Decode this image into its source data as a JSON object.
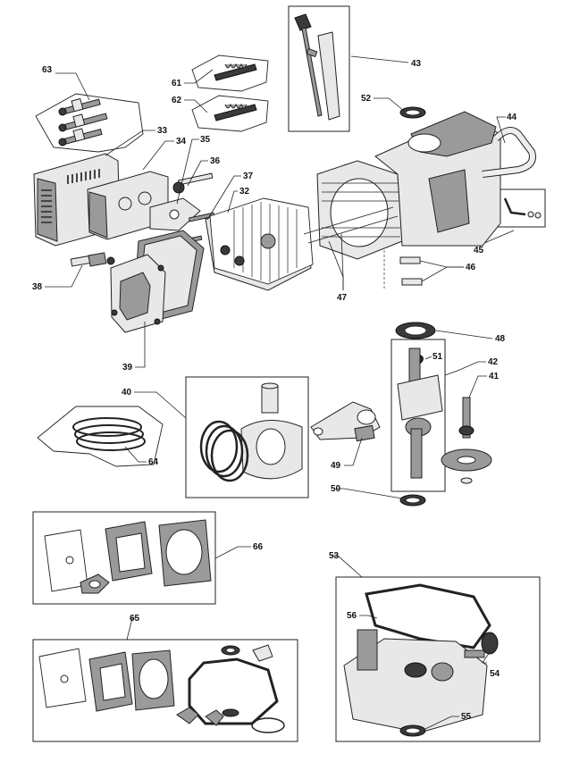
{
  "diagram": {
    "callouts": [
      "63",
      "61",
      "62",
      "43",
      "52",
      "44",
      "33",
      "34",
      "35",
      "36",
      "37",
      "32",
      "38",
      "39",
      "45",
      "46",
      "47",
      "48",
      "51",
      "42",
      "41",
      "40",
      "64",
      "49",
      "50",
      "66",
      "53",
      "56",
      "54",
      "65",
      "55"
    ]
  }
}
